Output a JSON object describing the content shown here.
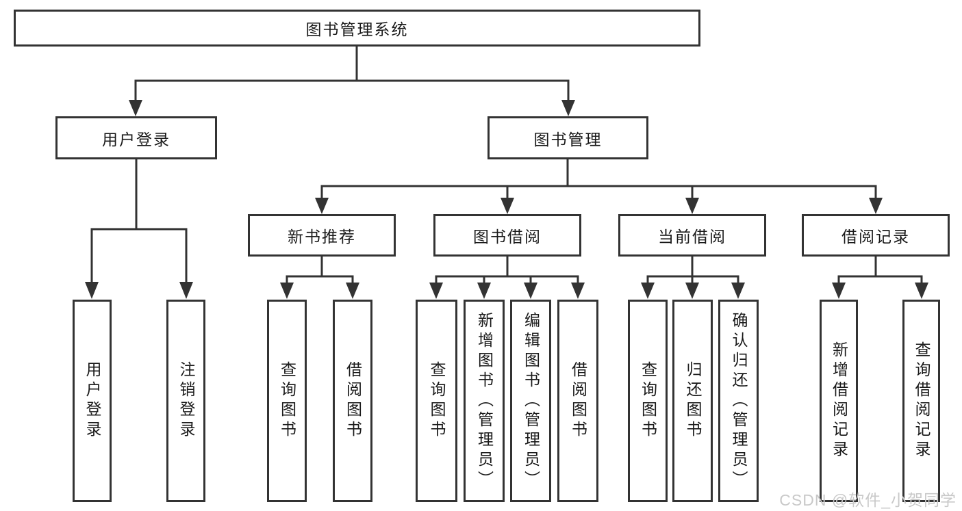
{
  "diagram": {
    "type": "hierarchy-tree",
    "tree": {
      "root": {
        "label": "图书管理系统",
        "children": [
          {
            "label": "用户登录",
            "children": [
              {
                "label": "用户登录"
              },
              {
                "label": "注销登录"
              }
            ]
          },
          {
            "label": "图书管理",
            "children": [
              {
                "label": "新书推荐",
                "children": [
                  {
                    "label": "查询图书"
                  },
                  {
                    "label": "借阅图书"
                  }
                ]
              },
              {
                "label": "图书借阅",
                "children": [
                  {
                    "label": "查询图书"
                  },
                  {
                    "label": "新增图书（管理员）"
                  },
                  {
                    "label": "编辑图书（管理员）"
                  },
                  {
                    "label": "借阅图书"
                  }
                ]
              },
              {
                "label": "当前借阅",
                "children": [
                  {
                    "label": "查询图书"
                  },
                  {
                    "label": "归还图书"
                  },
                  {
                    "label": "确认归还（管理员）"
                  }
                ]
              },
              {
                "label": "借阅记录",
                "children": [
                  {
                    "label": "新增借阅记录"
                  },
                  {
                    "label": "查询借阅记录"
                  }
                ]
              }
            ]
          }
        ]
      }
    }
  },
  "watermark": {
    "text": "CSDN @软件_小贺同学"
  },
  "colors": {
    "line": "#333333",
    "box_border": "#333333",
    "box_background": "#ffffff",
    "text": "#1a1a1a",
    "watermark_text": "#c9c9c9",
    "background": "#ffffff"
  }
}
